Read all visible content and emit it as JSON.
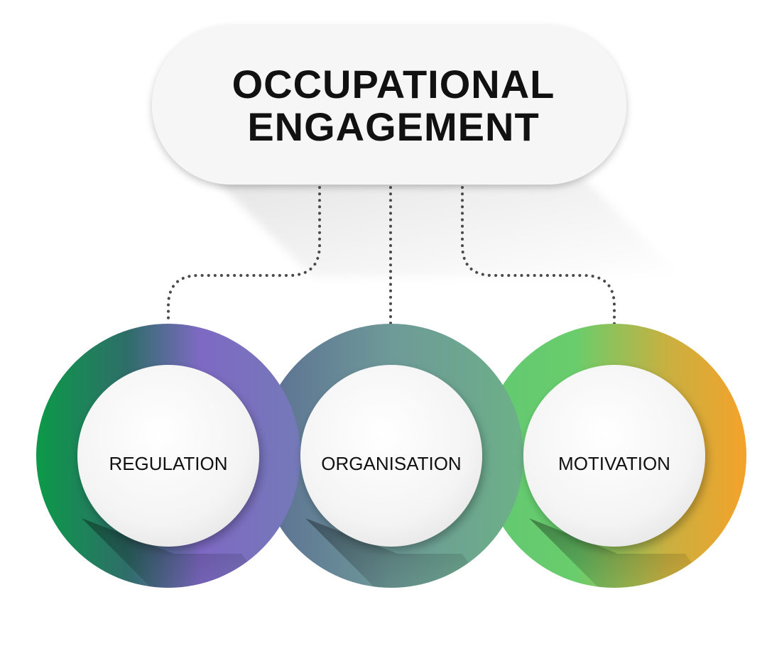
{
  "title": {
    "line1": "OCCUPATIONAL",
    "line2": "ENGAGEMENT"
  },
  "nodes": [
    {
      "label": "REGULATION"
    },
    {
      "label": "ORGANISATION"
    },
    {
      "label": "MOTIVATION"
    }
  ],
  "colors": {
    "title_text": "#111111",
    "label_text": "#111111",
    "connector": "#4a4a4a",
    "pill_fill": "#f6f6f6",
    "regulation_gradient": [
      "#0b9a48",
      "#2f6d6a",
      "#7e69c4",
      "#7479b8"
    ],
    "organisation_gradient": [
      "#5b6e93",
      "#6e9a98",
      "#6cb088"
    ],
    "motivation_gradient": [
      "#62c872",
      "#69cd6c",
      "#c9b040",
      "#f4a22a"
    ]
  }
}
